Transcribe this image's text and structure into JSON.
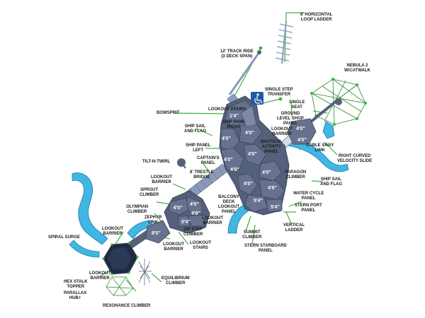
{
  "labels": {
    "horizontal_loop_ladder": "8' HORIZONTAL\nLOOP LADDER",
    "track_ride": "12' TRACK RIDE\n(3 DECK SPAN)",
    "nebula": "NEBULA 2\nW/CATWALK",
    "single_step_transfer": "SINGLE STEP\nTRANSFER",
    "single_seat": "SINGLE\nSEAT",
    "bowsprit": "BOWSPRIT",
    "lookout_stairs_top": "LOOKOUT STAIRS",
    "ground_level_shop_panel": "GROUND\nLEVEL SHOP\nPANEL",
    "ship_pane_right": "SHIP PANE\nRIGHT",
    "lookout_barrier_right_top": "LOOKOUT\nBARRIER",
    "ship_sail_flag_left": "SHIP SAIL\nAND FLAG",
    "ship_panel_left": "SHIP PANEL\nLEFT",
    "nautical_activity_panel": "NAUTICAL\nACTIVITY\nPANEL",
    "cable_sway_limk": "CABLE SWAY\nLIMK",
    "right_curved_velocity_slide": "RIGHT CURVED\nVELOCITY SLIDE",
    "captains_panel": "CAPTAIN'S\nPANEL",
    "tilt_n_twirl": "TILT-N-TWIRL",
    "trestle_bridge": "8' TRESTLE\nBRIDGE",
    "paragon_climber": "PARAGON\nCLIMBER",
    "ship_sail_flag_right": "SHIP SAIL\nAND FLAG",
    "lookout_barrier_left": "LOOKOUT\nBARRIER",
    "sprout_climber": "SPROUT\nCLIMBER",
    "balcony_deck_lookout_panel": "BALCONY\nDECK\nLOOKOUT\nPANEL",
    "water_cycle_panel": "WATER CYCLE\nPANEL",
    "stern_port_panel": "STERN PORT\nPANEL",
    "olympian_climber": "OLYMPIAN\nCLIMBER",
    "zephyr_link": "ZEPHYR\nLINK",
    "vertical_ladder": "VERTICAL\nLADDER",
    "lookout_barrier_mid": "LOOKOUT\nBARRIER",
    "zip_step_climber": "ZIP STEP\nCLIMBER",
    "summit_climber": "SUMMIT\nCLIMBER",
    "spiral_surge": "SPIRAL SURGE",
    "lookout_barrier_hex": "LOOKOUT\nBARRIER",
    "lookout_barrier_low": "LOOKOUT\nBARRIER",
    "lookout_stairs_low": "LOOKOUT\nSTAIRS",
    "stern_starboard_panel": "STERN STARBOARD\nPANEL",
    "lookout_barrier_bottom": "LOOKOUT\nBARRIER",
    "hex_stalk_topper": "HEX STALK\nTOPPER",
    "parallax_hub": "PARALLAX\nHUB+",
    "equilibrium_climber": "EQUILIBRIUM\nCLIMBER",
    "resonance_climber": "RESONANCE CLIMBER"
  },
  "decks": {
    "d_1_4": "1'4\"",
    "d_4_0_a": "4'0\"",
    "d_4_0_b": "4'0\"",
    "d_4_0_c": "4'0\"",
    "d_4_0_d": "4'0\"",
    "d_4_0_e": "4'0\"",
    "d_4_0_f": "4'0\"",
    "d_4_0_g": "4'0\"",
    "d_4_0_h": "4'0\"",
    "d_4_8_a": "4'8\"",
    "d_5_4_a": "5'4\"",
    "d_5_4_b": "5'4\"",
    "d_4_0_slide": "4'0\"",
    "d_4_0_slide2": "4'0\"",
    "d_6_0": "6'0\"",
    "d_4_0_left": "4'0\"",
    "d_4_8_left": "4'8\"",
    "d_5_4_left": "5'4\"",
    "d_8_0": "8'0\""
  },
  "colors": {
    "deck": "#55607a",
    "deck_dark": "#3d4660",
    "slide": "#3fb6e3",
    "callout": "#3cb43c",
    "accessible": "#1f5aa6"
  },
  "icons": {
    "accessible": "wheelchair-icon"
  }
}
